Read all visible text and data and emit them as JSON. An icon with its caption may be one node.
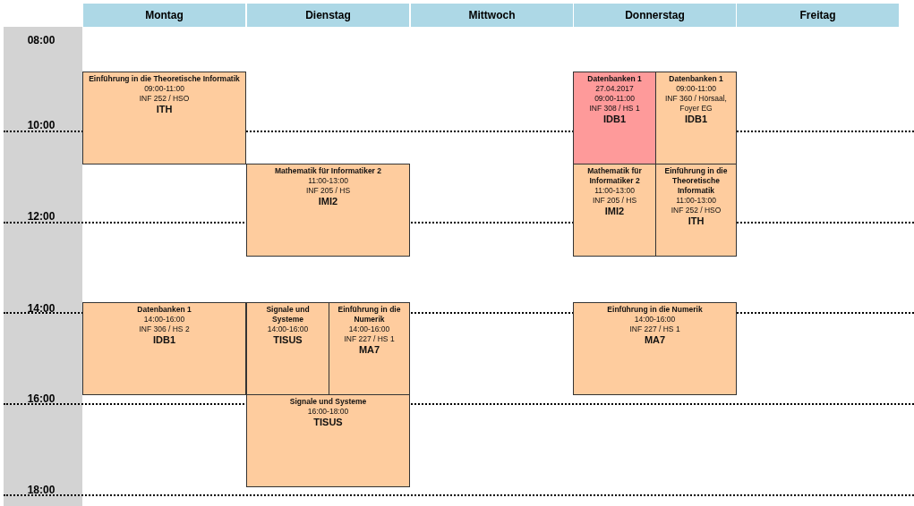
{
  "diagram": {
    "nodes": [
      {
        "text": [
          "Einführung in die Theoretische Informatik",
          "09:00-11:00",
          "INF 252 / HSO",
          "ITH"
        ]
      },
      {
        "text": [
          "Datenbanken 1",
          "27.04.2017",
          "09:00-11:00",
          "INF 308 / HS 1",
          "IDB1"
        ]
      },
      {
        "text": [
          "Datenbanken 1",
          "09:00-11:00",
          "INF 360 / Hörsaal, Foyer EG",
          "IDB1"
        ]
      },
      {
        "text": [
          "Mathematik für Informatiker 2",
          "11:00-13:00",
          "INF 205 / HS",
          "IMI2"
        ]
      },
      {
        "text": [
          "Mathematik für Informatiker 2",
          "11:00-13:00",
          "INF 205 / HS",
          "IMI2"
        ]
      },
      {
        "text": [
          "Einführung in die Theoretische Informatik",
          "11:00-13:00",
          "INF 252 / HSO",
          "ITH"
        ]
      },
      {
        "text": [
          "Datenbanken 1",
          "14:00-16:00",
          "INF 306 / HS 2",
          "IDB1"
        ]
      },
      {
        "text": [
          "Signale und Systeme",
          "14:00-16:00",
          "TISUS"
        ]
      },
      {
        "text": [
          "Einführung in die Numerik",
          "14:00-16:00",
          "INF 227 / HS 1",
          "MA7"
        ]
      },
      {
        "text": [
          "Einführung in die Numerik",
          "14:00-16:00",
          "INF 227 / HS 1",
          "MA7"
        ]
      },
      {
        "text": [
          "Signale und Systeme",
          "16:00-18:00",
          "TISUS"
        ]
      }
    ],
    "labels": [
      "Montag",
      "Dienstag",
      "Mittwoch",
      "Donnerstag",
      "Freitag",
      "08:00",
      "10:00",
      "12:00",
      "14:00",
      "16:00",
      "18:00"
    ]
  }
}
